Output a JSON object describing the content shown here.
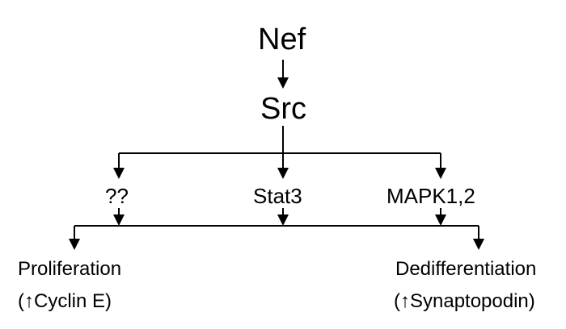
{
  "nodes": {
    "nef": "Nef",
    "src": "Src",
    "unknown": "??",
    "stat3": "Stat3",
    "mapk": "MAPK1,2",
    "proliferation": "Proliferation",
    "proliferation_marker": "(↑Cyclin E)",
    "dedifferentiation": "Dedifferentiation",
    "dedifferentiation_marker": "(↑Synaptopodin)"
  }
}
